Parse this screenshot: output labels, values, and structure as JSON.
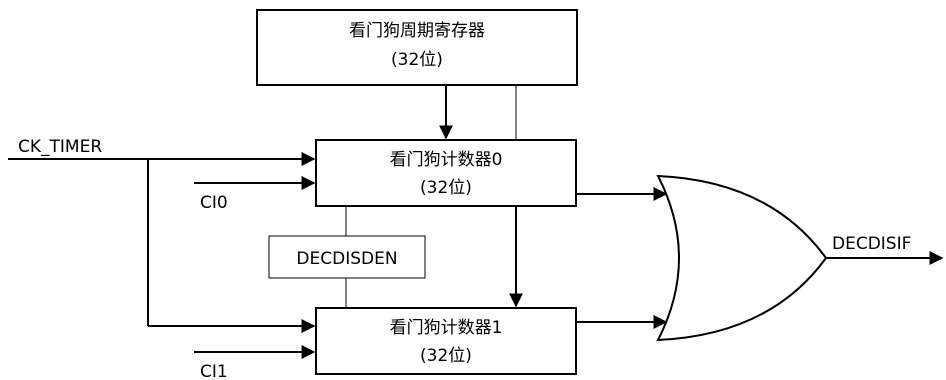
{
  "blocks": {
    "period_register": {
      "line1": "看门狗周期寄存器",
      "line2": "(32位)"
    },
    "counter0": {
      "line1": "看门狗计数器0",
      "line2": "(32位)"
    },
    "counter1": {
      "line1": "看门狗计数器1",
      "line2": "(32位)"
    },
    "decdisden": {
      "label": "DECDISDEN"
    }
  },
  "signals": {
    "ck_timer": "CK_TIMER",
    "ci0": "CI0",
    "ci1": "CI1",
    "output": "DECDISIF"
  }
}
